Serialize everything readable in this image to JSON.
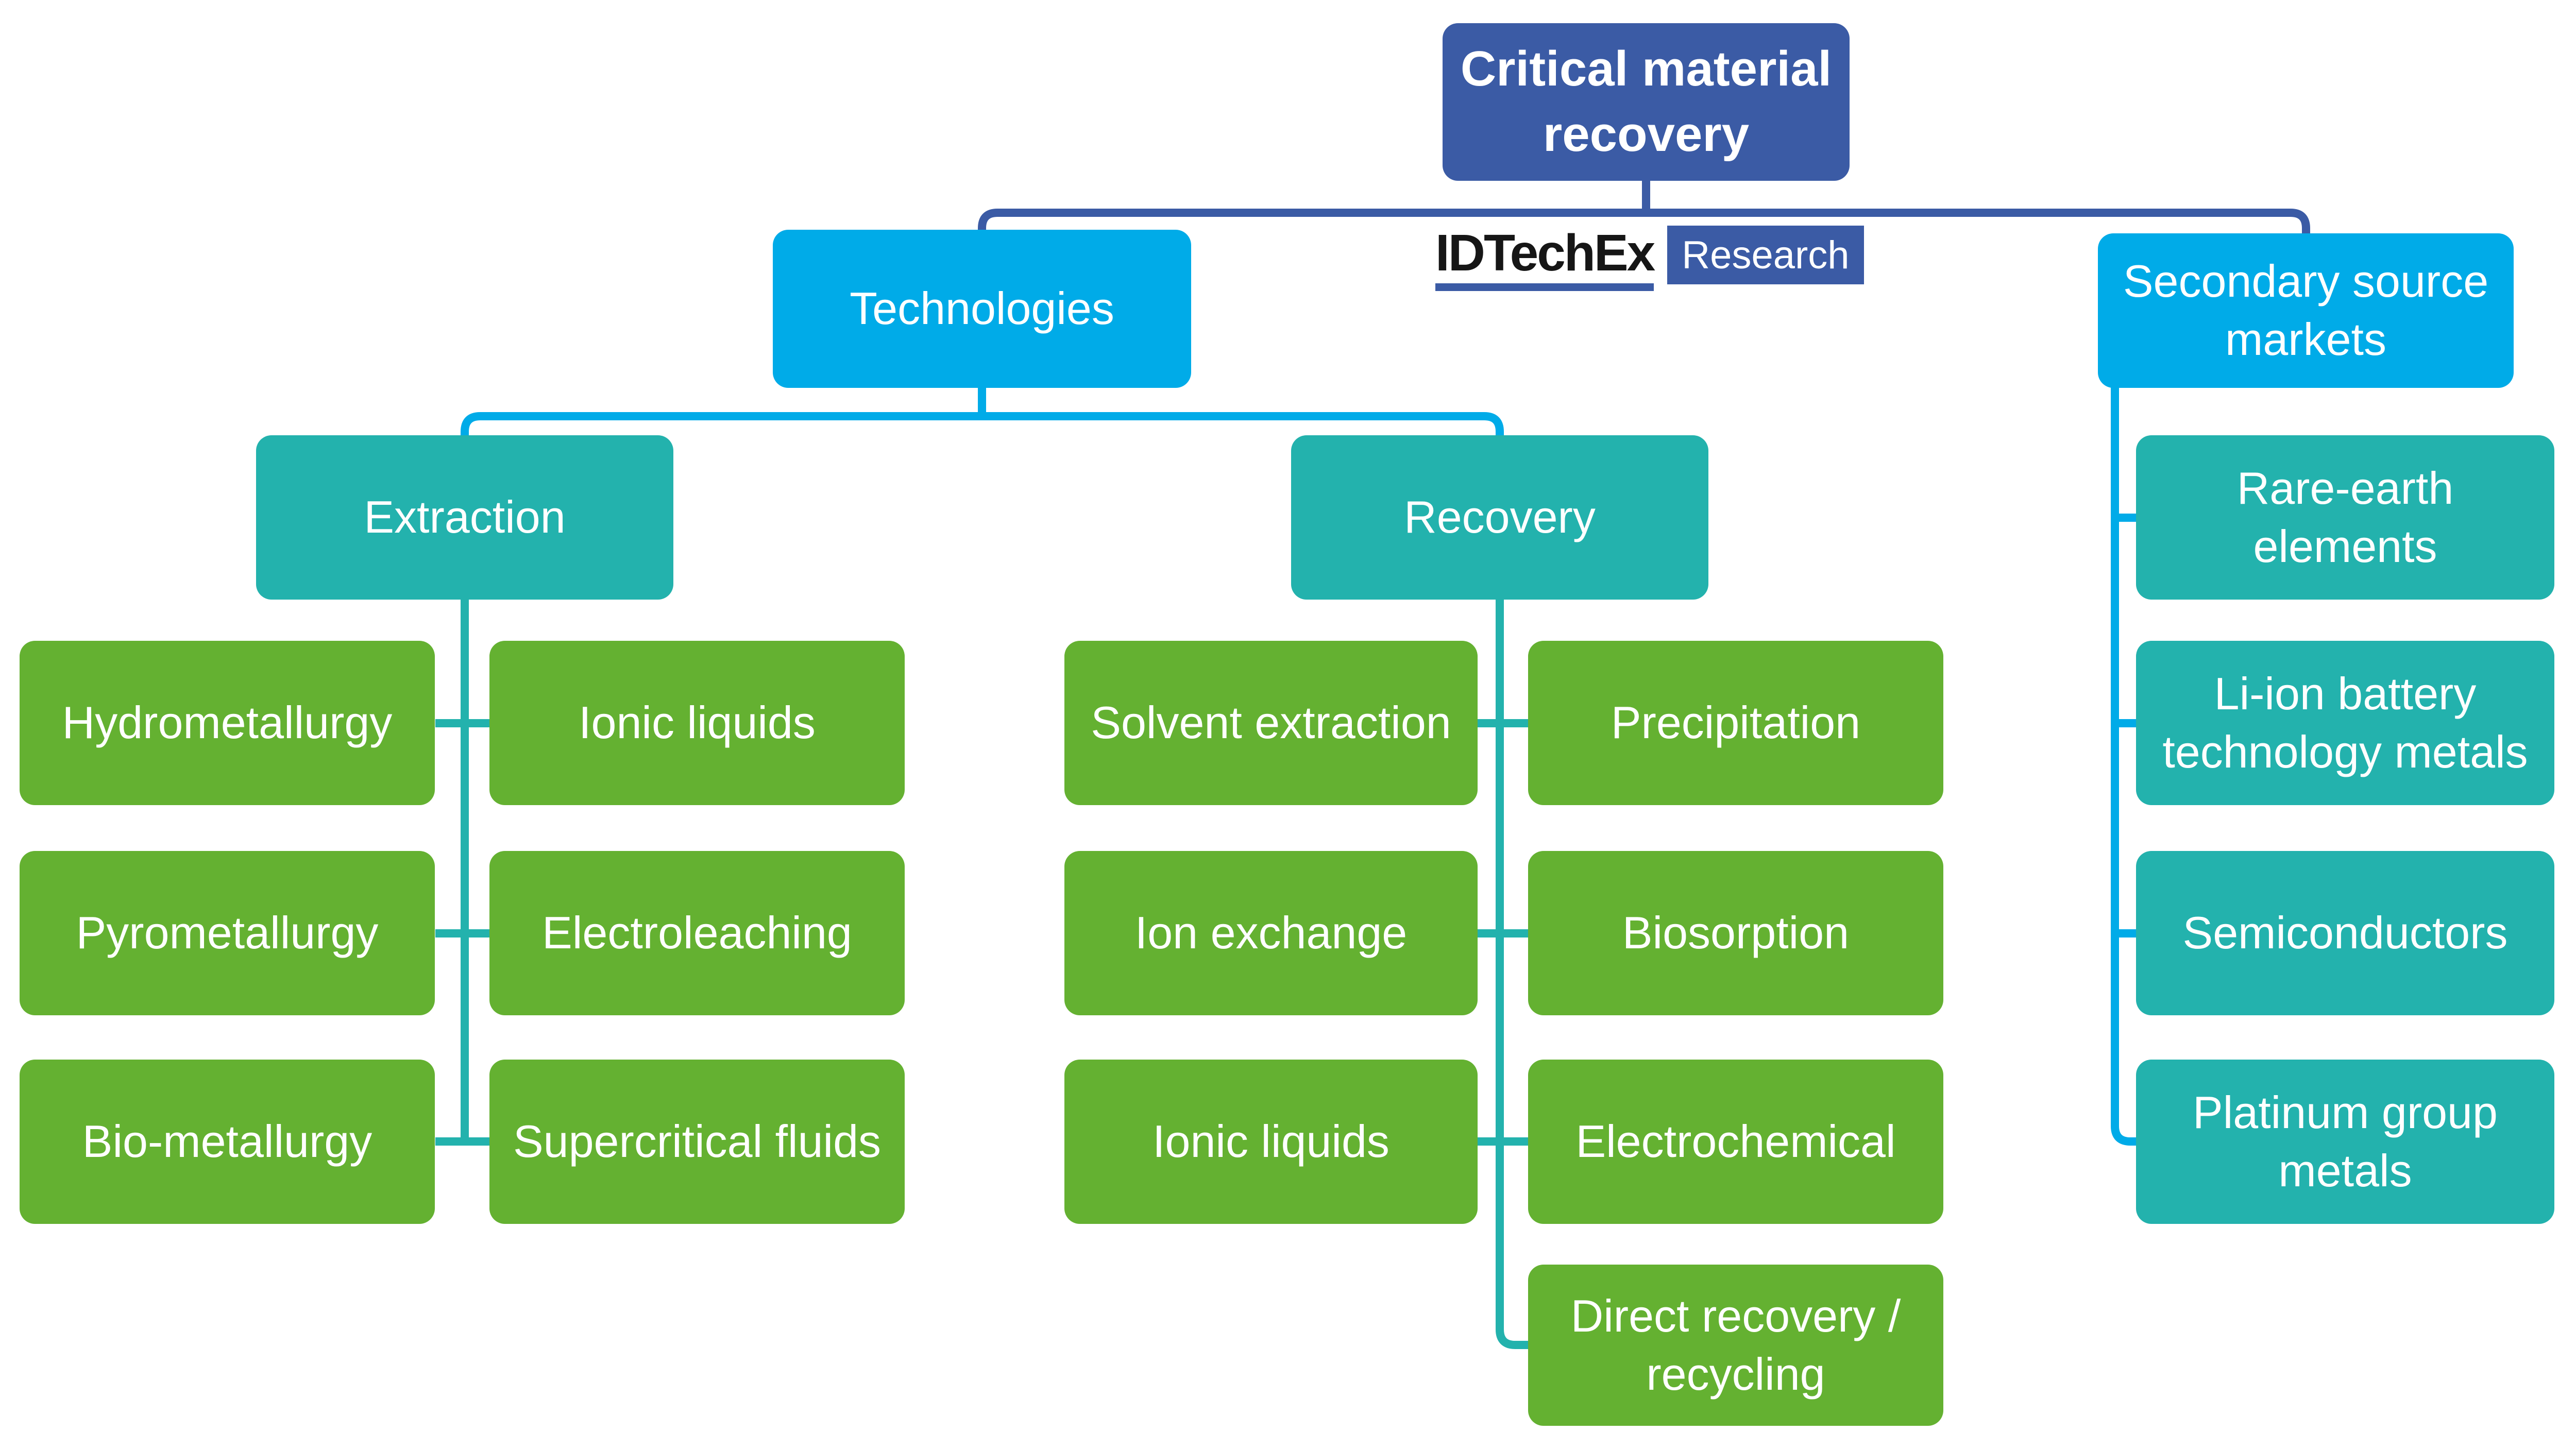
{
  "root": {
    "label": "Critical material\nrecovery"
  },
  "logo": {
    "brand": "IDTechEx",
    "badge": "Research"
  },
  "tree": {
    "technologies": {
      "label": "Technologies",
      "extraction": {
        "label": "Extraction",
        "items": [
          "Hydrometallurgy",
          "Ionic liquids",
          "Pyrometallurgy",
          "Electroleaching",
          "Bio-metallurgy",
          "Supercritical fluids"
        ]
      },
      "recovery": {
        "label": "Recovery",
        "items": [
          "Solvent extraction",
          "Precipitation",
          "Ion exchange",
          "Biosorption",
          "Ionic liquids",
          "Electrochemical",
          "Direct recovery /\nrecycling"
        ]
      }
    },
    "secondary_source_markets": {
      "label": "Secondary source\nmarkets",
      "items": [
        "Rare-earth\nelements",
        "Li-ion battery\ntechnology metals",
        "Semiconductors",
        "Platinum group\nmetals"
      ]
    }
  },
  "colors": {
    "navy": "#3B5BA5",
    "cyan": "#00ABE8",
    "teal": "#23B2AD",
    "green": "#64B131",
    "text": "#FFFFFF",
    "background": "#FFFFFF"
  }
}
